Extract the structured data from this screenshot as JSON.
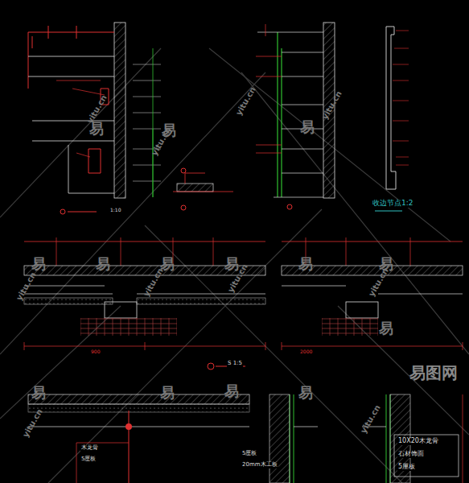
{
  "diagram": {
    "labels": [
      "收边节点1:2",
      "1:10",
      "S 1:5",
      "900",
      "2000",
      "木龙骨",
      "5厘板",
      "5厘板",
      "20mm木工板",
      "10X20木龙骨",
      "石材饰面",
      "5厘板",
      "易",
      "易",
      "易",
      "易",
      "易",
      "易",
      "易",
      "易",
      "易",
      "易",
      "易",
      "易",
      "易",
      "易",
      "yitu.cn",
      "yitu.cn",
      "yitu.cn",
      "yitu.cn",
      "yitu.cn",
      "yitu.cn",
      "yitu.cn",
      "yitu.cn",
      "yitu.cn",
      "yitu.cn",
      "易图网"
    ]
  }
}
